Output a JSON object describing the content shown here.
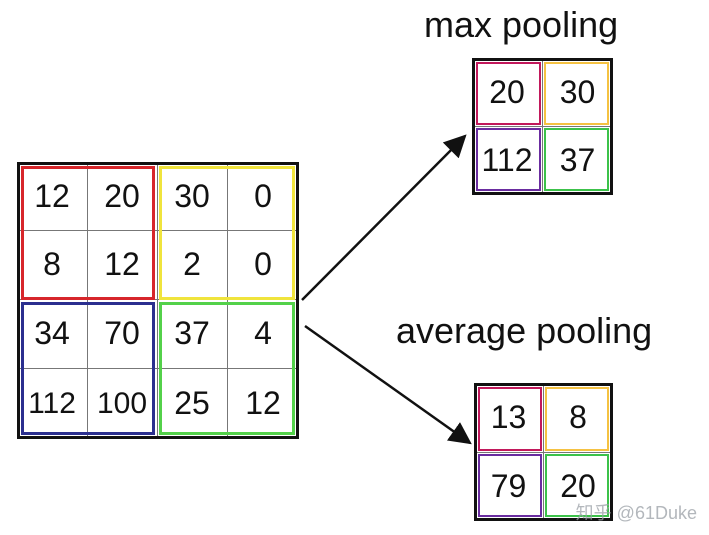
{
  "input": {
    "rows": [
      [
        "12",
        "20",
        "30",
        "0"
      ],
      [
        "8",
        "12",
        "2",
        "0"
      ],
      [
        "34",
        "70",
        "37",
        "4"
      ],
      [
        "112",
        "100",
        "25",
        "12"
      ]
    ]
  },
  "max_pooling": {
    "title": "max pooling",
    "rows": [
      [
        "20",
        "30"
      ],
      [
        "112",
        "37"
      ]
    ]
  },
  "average_pooling": {
    "title": "average pooling",
    "rows": [
      [
        "13",
        "8"
      ],
      [
        "79",
        "20"
      ]
    ]
  },
  "quadrant_colors": {
    "top_left": "#d7262b",
    "top_right": "#f0e43c",
    "bottom_left": "#2b2f8f",
    "bottom_right": "#53d14a",
    "small_top_left": "#c2185b",
    "small_top_right": "#f5c242",
    "small_bottom_left": "#6a2ca0",
    "small_bottom_right": "#3cc24a"
  },
  "watermark": "知乎 @61Duke"
}
